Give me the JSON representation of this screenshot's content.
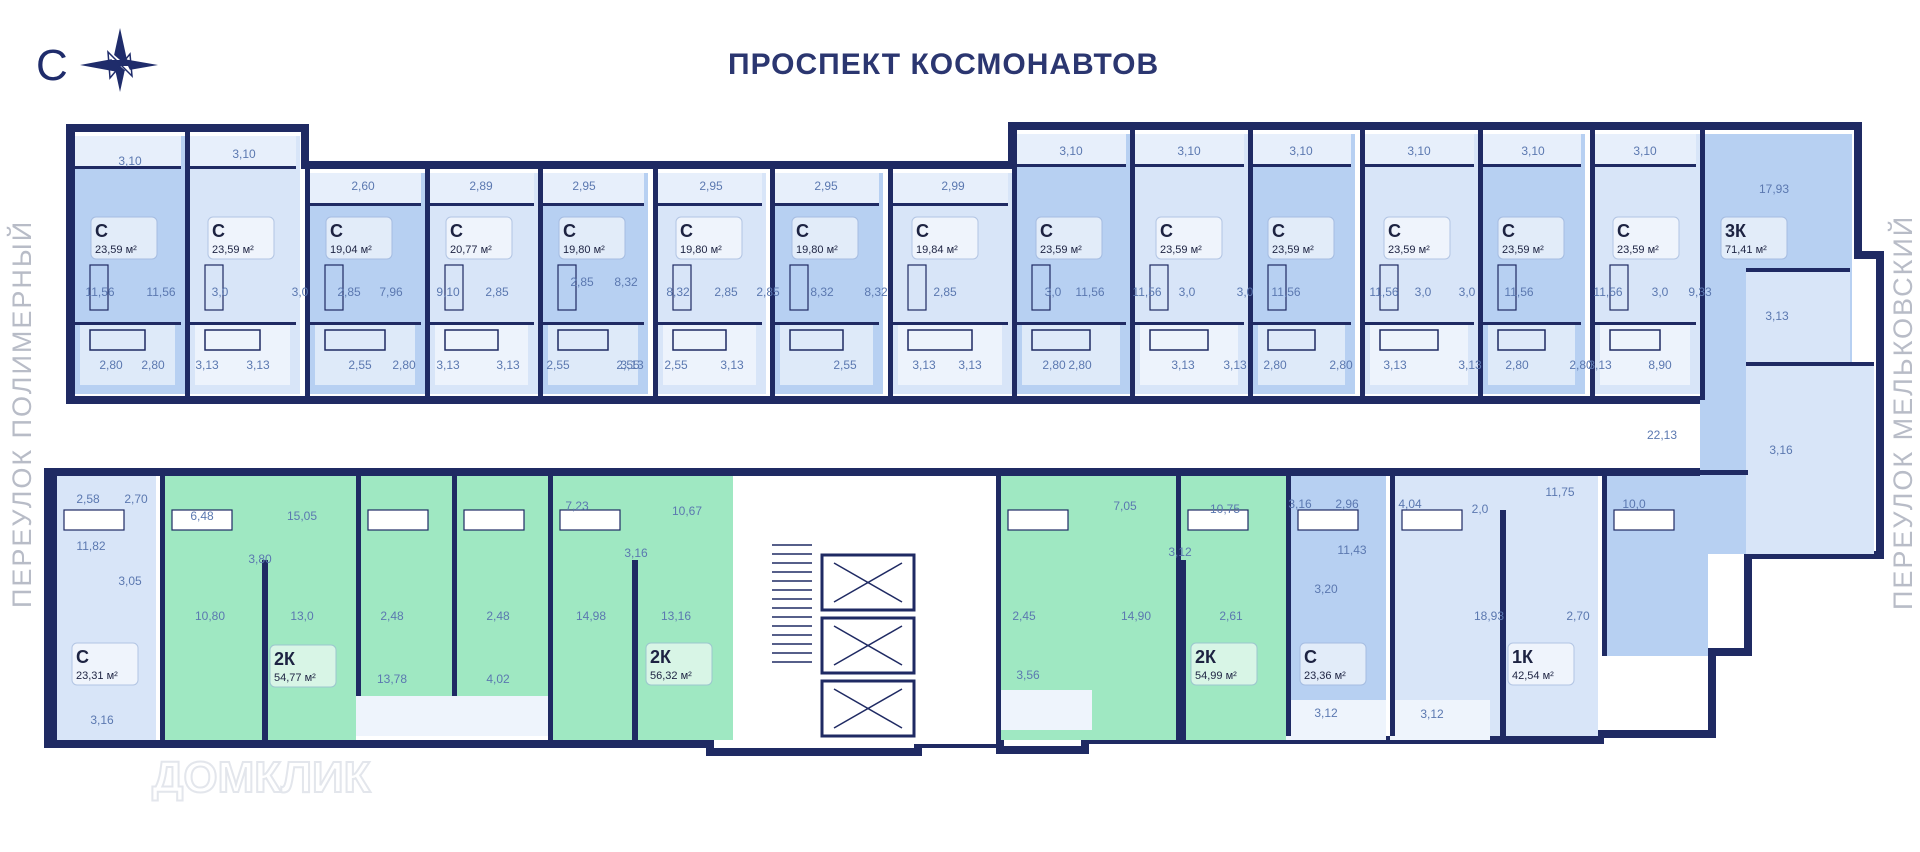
{
  "compass": {
    "north_letter": "С"
  },
  "streets": {
    "top": "ПРОСПЕКТ КОСМОНАВТОВ",
    "left": "ПЕРЕУЛОК ПОЛИМЕРНЫЙ",
    "right": "ПЕРЕУЛОК МЕЛЬКОВСКИЙ"
  },
  "watermark": "ДОМКЛИК",
  "colors": {
    "wall": "#1f2a63",
    "studio_blue": "#b7d0f2",
    "studio_light": "#d8e5f8",
    "green": "#9fe8c2",
    "corridor": "#ffffff",
    "dim_text": "#5b78b0",
    "label_bg": "#ffffff"
  },
  "apartments": [
    {
      "id": "top-1",
      "type": "С",
      "area": "23,59 м²"
    },
    {
      "id": "top-2",
      "type": "С",
      "area": "23,59 м²"
    },
    {
      "id": "top-3",
      "type": "С",
      "area": "19,04 м²"
    },
    {
      "id": "top-4",
      "type": "С",
      "area": "20,77 м²"
    },
    {
      "id": "top-5",
      "type": "С",
      "area": "19,80 м²"
    },
    {
      "id": "top-6",
      "type": "С",
      "area": "19,80 м²"
    },
    {
      "id": "top-7",
      "type": "С",
      "area": "19,80 м²"
    },
    {
      "id": "top-8",
      "type": "С",
      "area": "19,84 м²"
    },
    {
      "id": "top-9",
      "type": "С",
      "area": "23,59 м²"
    },
    {
      "id": "top-10",
      "type": "С",
      "area": "23,59 м²"
    },
    {
      "id": "top-11",
      "type": "С",
      "area": "23,59 м²"
    },
    {
      "id": "top-12",
      "type": "С",
      "area": "23,59 м²"
    },
    {
      "id": "top-13",
      "type": "С",
      "area": "23,59 м²"
    },
    {
      "id": "top-14",
      "type": "С",
      "area": "23,59 м²"
    },
    {
      "id": "top-15",
      "type": "3К",
      "area": "71,41 м²"
    },
    {
      "id": "bot-1",
      "type": "С",
      "area": "23,31 м²"
    },
    {
      "id": "bot-2",
      "type": "2К",
      "area": "54,77 м²"
    },
    {
      "id": "bot-3",
      "type": "2К",
      "area": "56,32 м²"
    },
    {
      "id": "bot-4",
      "type": "2К",
      "area": "54,99 м²"
    },
    {
      "id": "bot-5",
      "type": "С",
      "area": "23,36 м²"
    },
    {
      "id": "bot-6",
      "type": "1К",
      "area": "42,54 м²"
    }
  ],
  "room_labels": [
    {
      "t": "3,10"
    },
    {
      "t": "3,10"
    },
    {
      "t": "2,60"
    },
    {
      "t": "2,89"
    },
    {
      "t": "2,95"
    },
    {
      "t": "2,95"
    },
    {
      "t": "2,95"
    },
    {
      "t": "2,99"
    },
    {
      "t": "3,10"
    },
    {
      "t": "3,10"
    },
    {
      "t": "3,10"
    },
    {
      "t": "3,10"
    },
    {
      "t": "3,10"
    },
    {
      "t": "3,10"
    },
    {
      "t": "17,93"
    },
    {
      "t": "11,56"
    },
    {
      "t": "3,0"
    },
    {
      "t": "11,56"
    },
    {
      "t": "3,0"
    },
    {
      "t": "2,85"
    },
    {
      "t": "7,96"
    },
    {
      "t": "9,10"
    },
    {
      "t": "2,85"
    },
    {
      "t": "2,85"
    },
    {
      "t": "8,32"
    },
    {
      "t": "8,32"
    },
    {
      "t": "2,85"
    },
    {
      "t": "2,85"
    },
    {
      "t": "8,32"
    },
    {
      "t": "8,32"
    },
    {
      "t": "2,85"
    },
    {
      "t": "3,0"
    },
    {
      "t": "11,56"
    },
    {
      "t": "11,56"
    },
    {
      "t": "3,0"
    },
    {
      "t": "3,0"
    },
    {
      "t": "11,56"
    },
    {
      "t": "11,56"
    },
    {
      "t": "3,0"
    },
    {
      "t": "3,0"
    },
    {
      "t": "11,56"
    },
    {
      "t": "11,56"
    },
    {
      "t": "3,0"
    },
    {
      "t": "9,33"
    },
    {
      "t": "3,13"
    },
    {
      "t": "2,80"
    },
    {
      "t": "2,80"
    },
    {
      "t": "3,13"
    },
    {
      "t": "3,13"
    },
    {
      "t": "2,55"
    },
    {
      "t": "2,80"
    },
    {
      "t": "3,13"
    },
    {
      "t": "3,13"
    },
    {
      "t": "2,55"
    },
    {
      "t": "2,55"
    },
    {
      "t": "3,13"
    },
    {
      "t": "3,13"
    },
    {
      "t": "2,55"
    },
    {
      "t": "2,55"
    },
    {
      "t": "3,13"
    },
    {
      "t": "3,13"
    },
    {
      "t": "2,80"
    },
    {
      "t": "2,80"
    },
    {
      "t": "3,13"
    },
    {
      "t": "3,13"
    },
    {
      "t": "2,80"
    },
    {
      "t": "2,80"
    },
    {
      "t": "3,13"
    },
    {
      "t": "3,13"
    },
    {
      "t": "2,80"
    },
    {
      "t": "2,80"
    },
    {
      "t": "3,13"
    },
    {
      "t": "8,90"
    },
    {
      "t": "22,13"
    },
    {
      "t": "3,16"
    },
    {
      "t": "2,58"
    },
    {
      "t": "2,70"
    },
    {
      "t": "11,82"
    },
    {
      "t": "3,05"
    },
    {
      "t": "3,16"
    },
    {
      "t": "6,48"
    },
    {
      "t": "3,80"
    },
    {
      "t": "15,05"
    },
    {
      "t": "10,80"
    },
    {
      "t": "13,0"
    },
    {
      "t": "2,48"
    },
    {
      "t": "13,78"
    },
    {
      "t": "2,48"
    },
    {
      "t": "4,02"
    },
    {
      "t": "7,23"
    },
    {
      "t": "3,16"
    },
    {
      "t": "10,67"
    },
    {
      "t": "14,98"
    },
    {
      "t": "13,16"
    },
    {
      "t": "2,45"
    },
    {
      "t": "3,56"
    },
    {
      "t": "7,05"
    },
    {
      "t": "3,12"
    },
    {
      "t": "10,75"
    },
    {
      "t": "14,90"
    },
    {
      "t": "2,61"
    },
    {
      "t": "3,16"
    },
    {
      "t": "2,96"
    },
    {
      "t": "11,43"
    },
    {
      "t": "3,20"
    },
    {
      "t": "3,12"
    },
    {
      "t": "4,04"
    },
    {
      "t": "2,0"
    },
    {
      "t": "11,75"
    },
    {
      "t": "18,93"
    },
    {
      "t": "2,70"
    },
    {
      "t": "3,12"
    },
    {
      "t": "10,0"
    }
  ]
}
